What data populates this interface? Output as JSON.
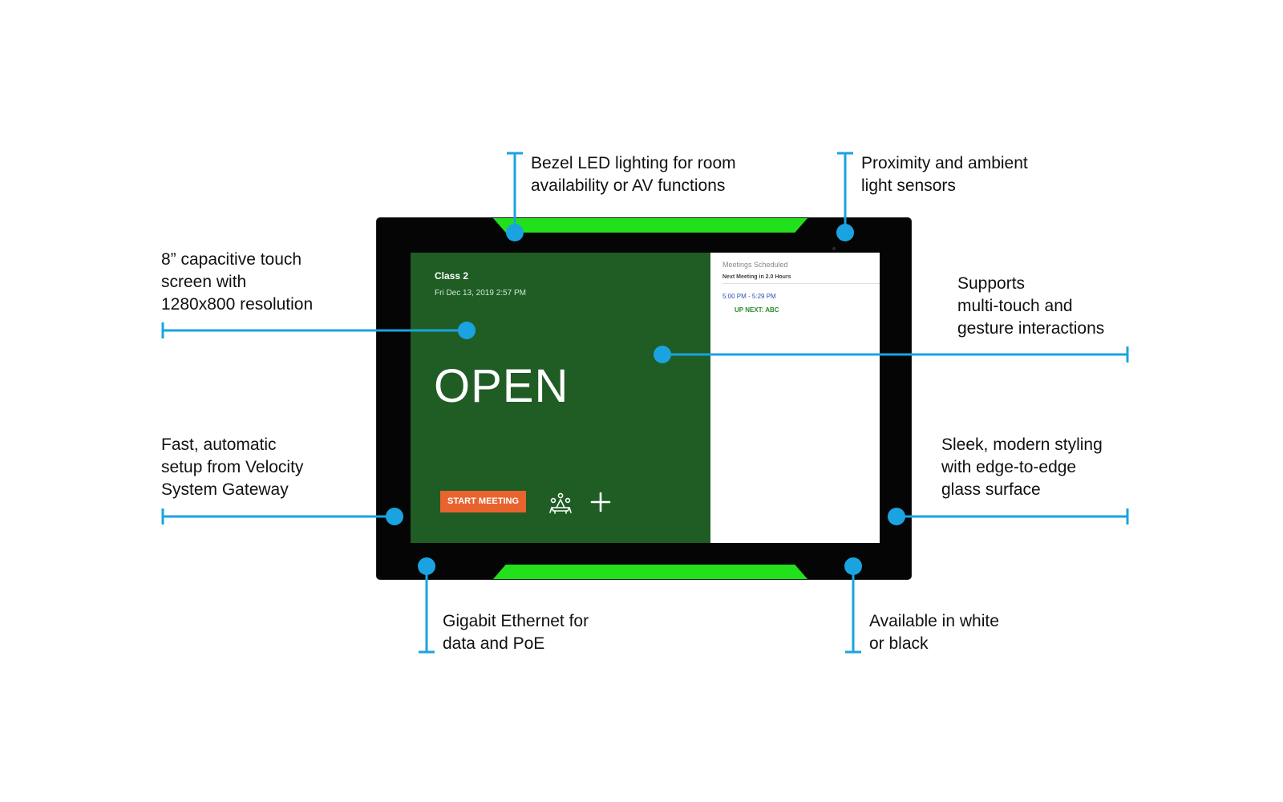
{
  "device": {
    "room_name": "Class 2",
    "datetime": "Fri Dec 13, 2019 2:57 PM",
    "status": "OPEN",
    "start_button_label": "START MEETING",
    "meeting_icon": "meeting-room-icon",
    "add_icon": "plus-icon",
    "schedule": {
      "heading": "Meetings Scheduled",
      "subheading": "Next Meeting in 2.0 Hours",
      "time_range": "5:00 PM - 5:29 PM",
      "up_next": "UP NEXT: ABC"
    },
    "colors": {
      "screen_status_bg": "#1f5d25",
      "led": "#23e01c",
      "start_button": "#e8632e",
      "bezel": "#050505"
    }
  },
  "callouts": {
    "color": "#1aa3e0",
    "led_lighting": "Bezel LED lighting for room\navailability or AV functions",
    "sensors": "Proximity and ambient\nlight sensors",
    "touchscreen": "8” capacitive touch\nscreen with\n1280x800 resolution",
    "multitouch": "Supports\nmulti-touch and\ngesture interactions",
    "setup": "Fast, automatic\nsetup from Velocity\nSystem Gateway",
    "styling": "Sleek, modern styling\nwith edge-to-edge\nglass surface",
    "ethernet": "Gigabit Ethernet for\ndata and PoE",
    "availability": "Available in white\nor black"
  }
}
